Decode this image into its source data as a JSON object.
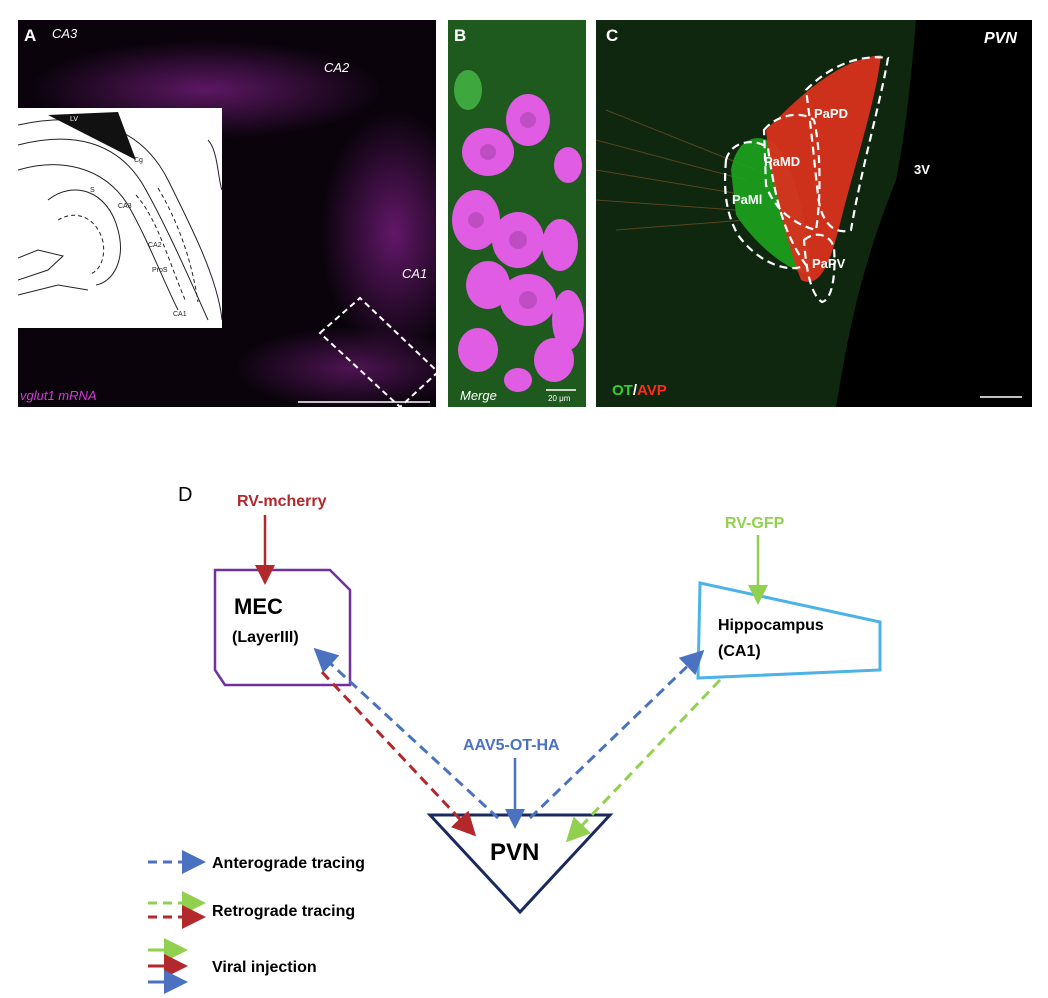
{
  "panelA": {
    "letter": "A",
    "labels": {
      "ca3": "CA3",
      "ca2": "CA2",
      "ca1": "CA1",
      "mrna": "vglut1 mRNA"
    },
    "atlas": {
      "lv": "LV",
      "cg": "Cg",
      "s": "S",
      "ca3": "CA3",
      "ca2": "CA2",
      "pros": "ProS",
      "ca1": "CA1"
    }
  },
  "panelB": {
    "letter": "B",
    "merge": "Merge",
    "scale": "20 μm"
  },
  "panelC": {
    "letter": "C",
    "title": "PVN",
    "third_ventricle": "3V",
    "regions": {
      "papd": "PaPD",
      "pamd": "PaMD",
      "paml": "PaMl",
      "papv": "PaPV"
    },
    "legend_ot": "OT",
    "legend_sep": "/",
    "legend_avp": "AVP",
    "colors": {
      "ot": "#2fd12f",
      "avp": "#ff2a1a"
    }
  },
  "panelD": {
    "letter": "D",
    "rv_mcherry": "RV-mcherry",
    "rv_gfp": "RV-GFP",
    "aav": "AAV5-OT-HA",
    "mec": "MEC",
    "mec_layer": "(LayerIII)",
    "hippocampus": "Hippocampus",
    "hippocampus_sub": "(CA1)",
    "pvn": "PVN",
    "legend": {
      "anterograde": "Anterograde tracing",
      "retrograde": "Retrograde tracing",
      "viral": "Viral injection"
    },
    "colors": {
      "red": "#b2282b",
      "blue": "#4a72c0",
      "green": "#92d050",
      "purple": "#7030a0",
      "lightblue": "#4db3e6",
      "navy": "#1a2a5e"
    }
  }
}
